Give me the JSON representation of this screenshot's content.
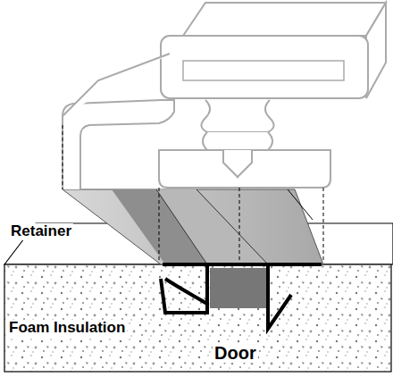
{
  "diagram": {
    "labels": [
      "Retainer",
      "Foam Insulation",
      "Door"
    ]
  }
}
